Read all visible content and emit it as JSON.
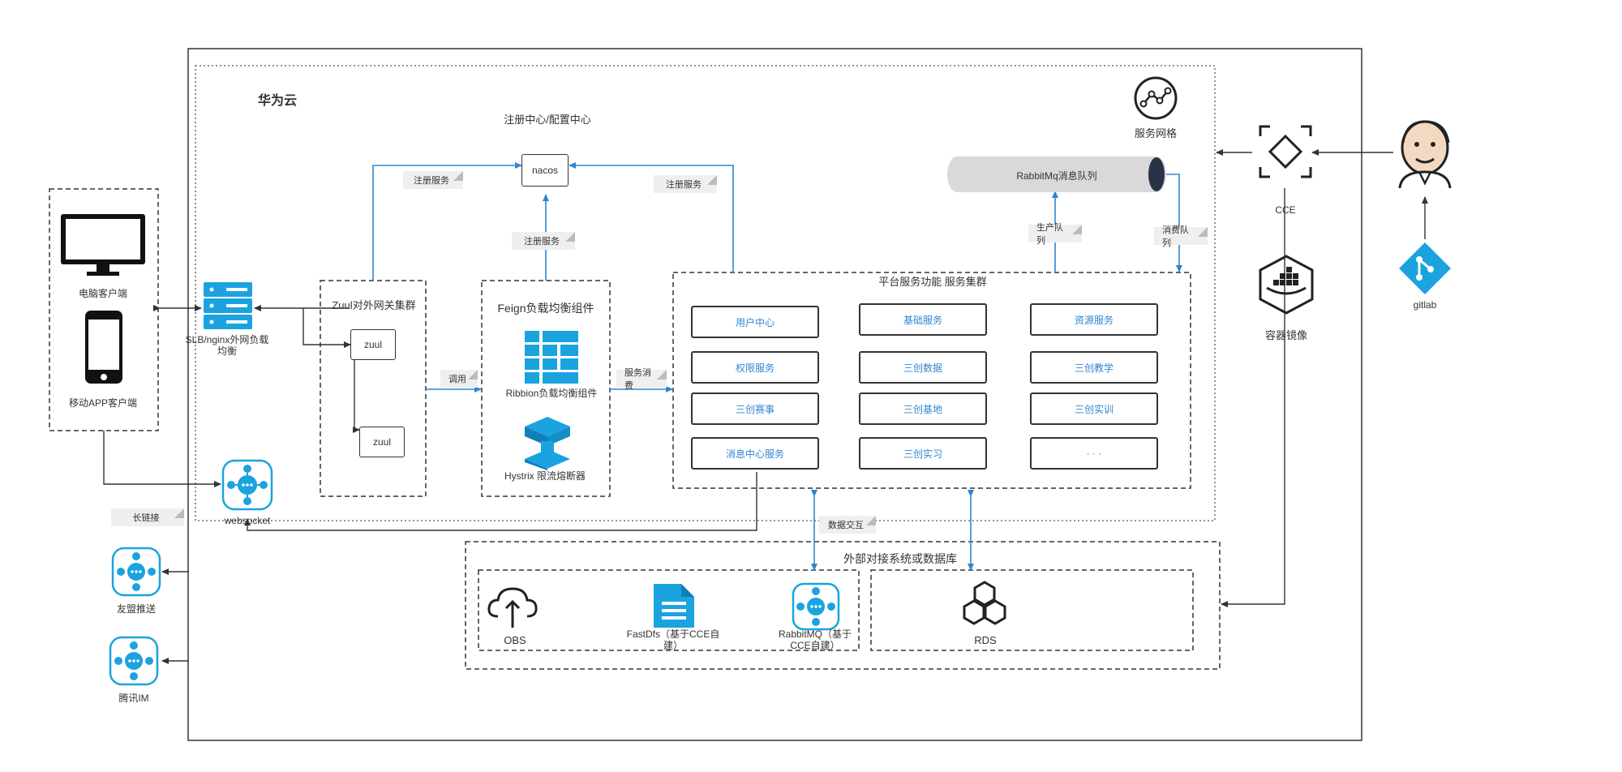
{
  "cloud": {
    "title": "华为云"
  },
  "registry": {
    "title": "注册中心/配置中心",
    "node": "nacos"
  },
  "tags": {
    "register_left": "注册服务",
    "register_right": "注册服务",
    "register_mid": "注册服务",
    "call": "调用",
    "consume": "服务消费",
    "produce_queue": "生产队列",
    "consume_queue": "消费队列",
    "data_exchange": "数据交互",
    "long_link": "长链接"
  },
  "clients": {
    "pc": "电脑客户端",
    "mobile": "移动APP客户端"
  },
  "slb": {
    "label": "SLB/nginx外网负载均衡"
  },
  "zuul": {
    "title": "Zuul对外网关集群",
    "node1": "zuul",
    "node2": "zuul"
  },
  "feign": {
    "title": "Feign负载均衡组件",
    "ribbon": "Ribbion负载均衡组件",
    "hystrix": "Hystrix 限流熔断器"
  },
  "rabbit_queue": {
    "label": "RabbitMq消息队列"
  },
  "service_mesh": {
    "label": "服务网格"
  },
  "platform": {
    "title": "平台服务功能 服务集群",
    "services": [
      "用户中心",
      "基础服务",
      "资源服务",
      "权限服务",
      "三创数据",
      "三创教学",
      "三创赛事",
      "三创基地",
      "三创实训",
      "消息中心服务",
      "三创实习",
      "· · ·"
    ]
  },
  "websocket": {
    "label": "websocket"
  },
  "cce": {
    "label": "CCE"
  },
  "container_image": {
    "label": "容器镜像"
  },
  "gitlab": {
    "label": "gitlab"
  },
  "external": {
    "title": "外部对接系统或数据库",
    "obs": "OBS",
    "fastdfs": "FastDfs（基于CCE自建）",
    "rabbitmq": "RabbitMQ（基于CCE自建）",
    "rds": "RDS"
  },
  "push": {
    "umeng": "友盟推送",
    "tencent": "腾讯IM"
  },
  "colors": {
    "accent": "#2f86d1",
    "icon_blue": "#1ba3e0",
    "line": "#333333",
    "tag_bg": "#efefef"
  }
}
